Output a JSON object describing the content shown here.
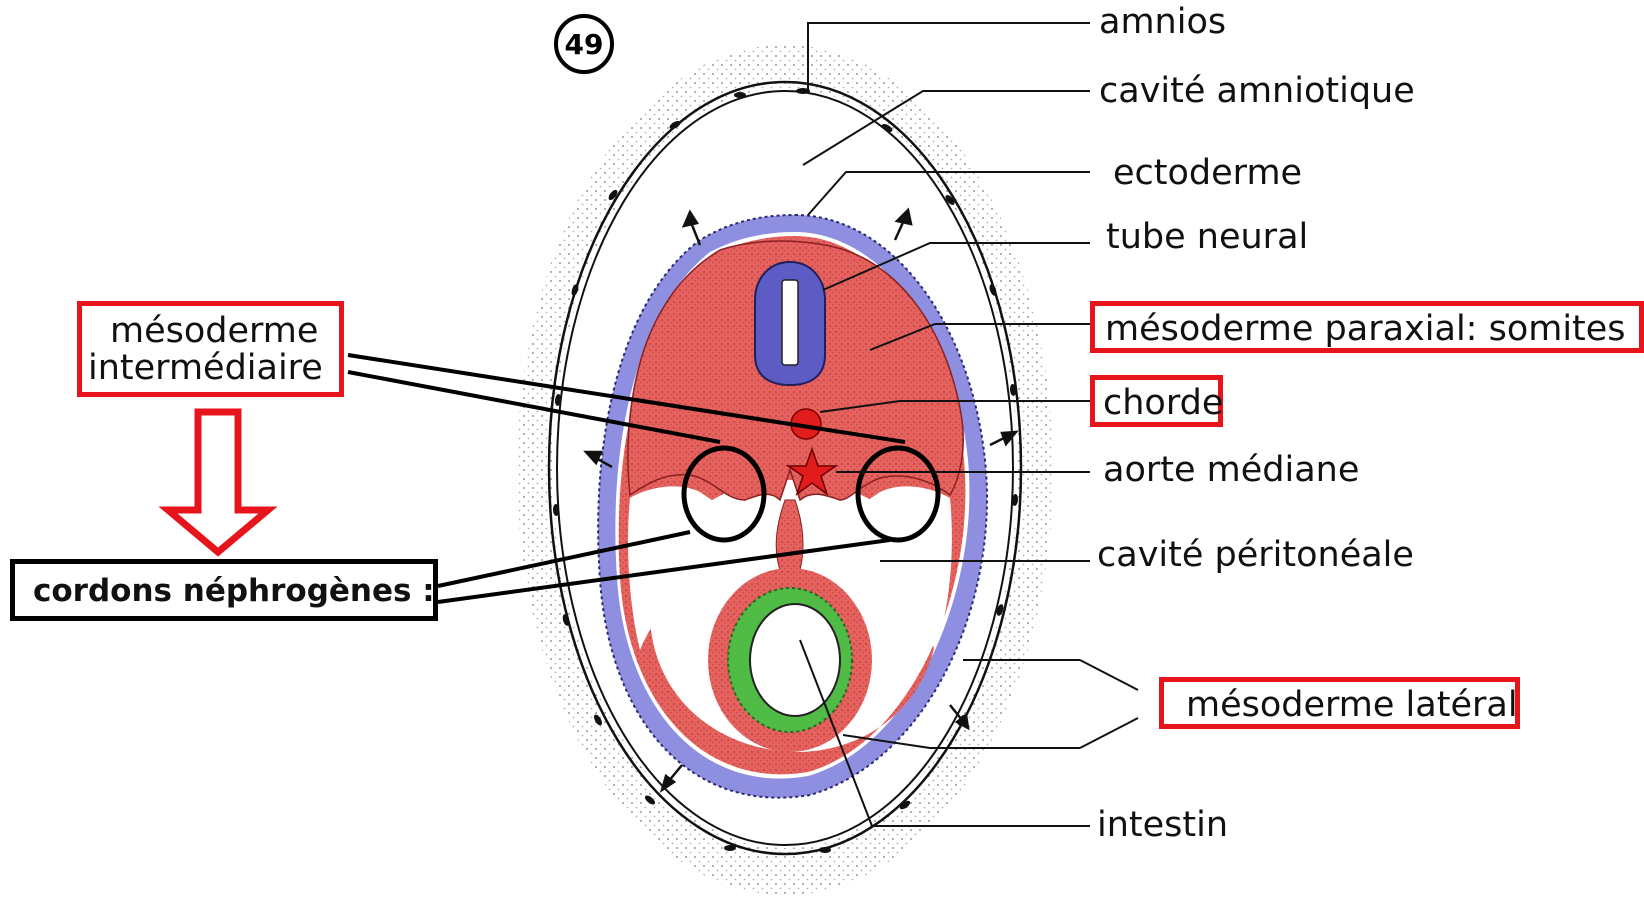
{
  "figure_number": "49",
  "labels": {
    "amnios": "amnios",
    "cavite_amniotique": "cavité amniotique",
    "ectoderme": "ectoderme",
    "tube_neural": "tube neural",
    "mesoderme_paraxial": "mésoderme paraxial: somites",
    "chorde": "chorde",
    "aorte_mediane": "aorte médiane",
    "cavite_peritoneale": "cavité péritonéale",
    "mesoderme_lateral": "mésoderme latéral",
    "intestin": "intestin",
    "mesoderme_intermediaire_line1": "mésoderme",
    "mesoderme_intermediaire_line2": "intermédiaire",
    "cordons_nephrogenes": "cordons néphrogènes :"
  },
  "colors": {
    "mesoderm": "#e0504f",
    "ectoderm": "#6f6fd6",
    "endoderm": "#37c63a",
    "highlight_box": "#e8141b",
    "outline": "#000000"
  }
}
